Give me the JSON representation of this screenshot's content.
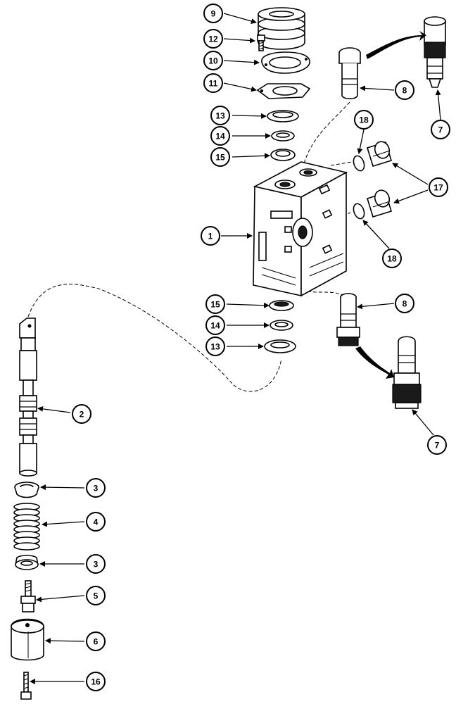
{
  "callouts": {
    "c1": "1",
    "c2": "2",
    "c3a": "3",
    "c3b": "3",
    "c4": "4",
    "c5": "5",
    "c6": "6",
    "c7a": "7",
    "c7b": "7",
    "c8a": "8",
    "c8b": "8",
    "c9": "9",
    "c10": "10",
    "c11": "11",
    "c12": "12",
    "c13a": "13",
    "c13b": "13",
    "c14a": "14",
    "c14b": "14",
    "c15a": "15",
    "c15b": "15",
    "c16": "16",
    "c17": "17",
    "c18a": "18",
    "c18b": "18"
  }
}
